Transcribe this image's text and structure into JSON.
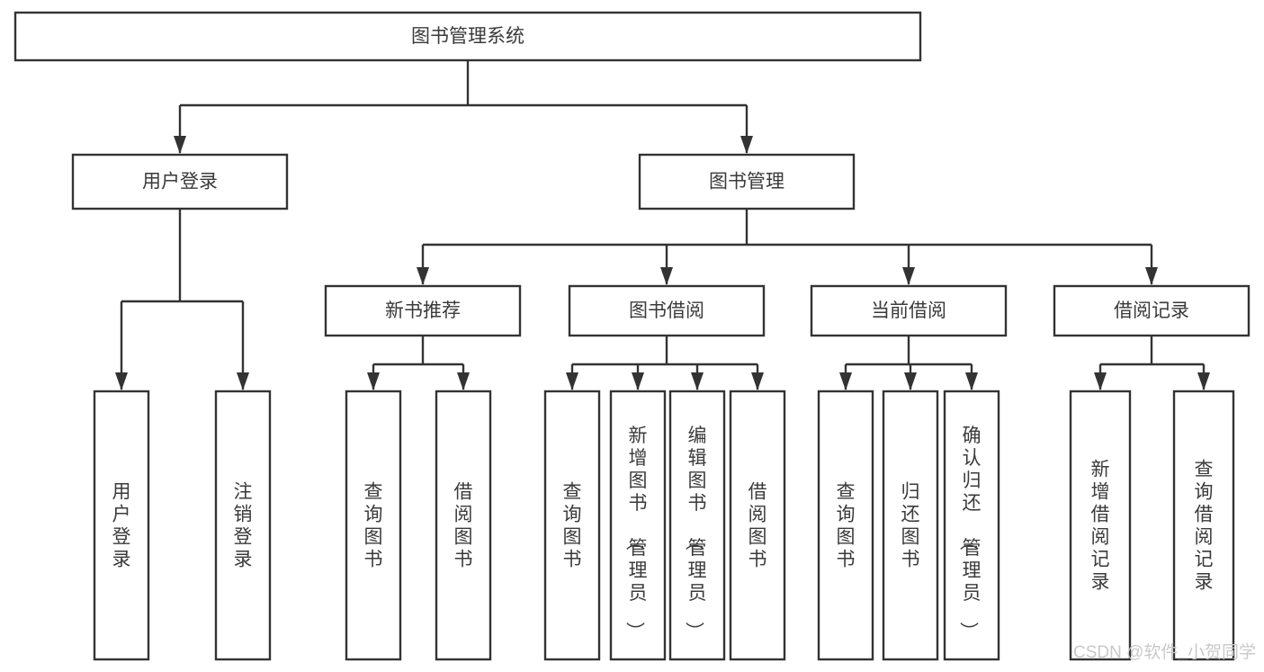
{
  "diagram": {
    "type": "tree",
    "title": "图书管理系统",
    "orientation": "top-down",
    "edge_style": "orthogonal-arrow",
    "colors": {
      "box_fill": "#ffffff",
      "box_stroke": "#333333",
      "text": "#3a3a3a",
      "watermark": "#c9c9c9"
    },
    "levels": [
      {
        "level": 1,
        "nodes": [
          {
            "id": "root",
            "label": "图书管理系统",
            "text_orientation": "horizontal"
          }
        ]
      },
      {
        "level": 2,
        "nodes": [
          {
            "id": "login",
            "label": "用户登录",
            "text_orientation": "horizontal",
            "parent": "root"
          },
          {
            "id": "bookmgmt",
            "label": "图书管理",
            "text_orientation": "horizontal",
            "parent": "root"
          }
        ]
      },
      {
        "level": 3,
        "nodes": [
          {
            "id": "newbook",
            "label": "新书推荐",
            "text_orientation": "horizontal",
            "parent": "bookmgmt"
          },
          {
            "id": "borrow",
            "label": "图书借阅",
            "text_orientation": "horizontal",
            "parent": "bookmgmt"
          },
          {
            "id": "current",
            "label": "当前借阅",
            "text_orientation": "horizontal",
            "parent": "bookmgmt"
          },
          {
            "id": "record",
            "label": "借阅记录",
            "text_orientation": "horizontal",
            "parent": "bookmgmt"
          }
        ]
      },
      {
        "level": 4,
        "nodes": [
          {
            "id": "l1",
            "label": "用户登录",
            "text_orientation": "vertical",
            "parent": "login"
          },
          {
            "id": "l2",
            "label": "注销登录",
            "text_orientation": "vertical",
            "parent": "login"
          },
          {
            "id": "l3",
            "label": "查询图书",
            "text_orientation": "vertical",
            "parent": "newbook"
          },
          {
            "id": "l4",
            "label": "借阅图书",
            "text_orientation": "vertical",
            "parent": "newbook"
          },
          {
            "id": "l5",
            "label": "查询图书",
            "text_orientation": "vertical",
            "parent": "borrow"
          },
          {
            "id": "l6",
            "label": "新增图书（管理员）",
            "text_orientation": "vertical",
            "parent": "borrow"
          },
          {
            "id": "l7",
            "label": "编辑图书（管理员）",
            "text_orientation": "vertical",
            "parent": "borrow"
          },
          {
            "id": "l8",
            "label": "借阅图书",
            "text_orientation": "vertical",
            "parent": "borrow"
          },
          {
            "id": "l9",
            "label": "查询图书",
            "text_orientation": "vertical",
            "parent": "current"
          },
          {
            "id": "l10",
            "label": "归还图书",
            "text_orientation": "vertical",
            "parent": "current"
          },
          {
            "id": "l11",
            "label": "确认归还（管理员）",
            "text_orientation": "vertical",
            "parent": "current"
          },
          {
            "id": "l12",
            "label": "新增借阅记录",
            "text_orientation": "vertical",
            "parent": "record"
          },
          {
            "id": "l13",
            "label": "查询借阅记录",
            "text_orientation": "vertical",
            "parent": "record"
          }
        ]
      }
    ]
  },
  "watermark": {
    "label": "CSDN @软件_小贺同学"
  }
}
